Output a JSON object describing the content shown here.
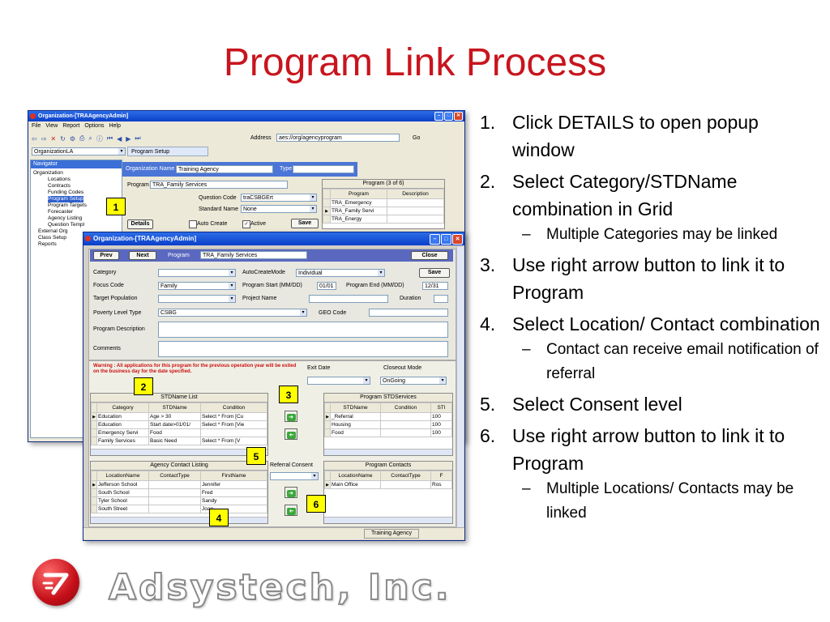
{
  "slide_title": "Program Link Process",
  "steps": [
    {
      "num": "1.",
      "text": "Click DETAILS to open popup window",
      "subs": []
    },
    {
      "num": "2.",
      "text": "Select Category/STDName combination in Grid",
      "subs": [
        "Multiple Categories may be linked"
      ]
    },
    {
      "num": "3.",
      "text": "Use right arrow button to link it to Program",
      "subs": []
    },
    {
      "num": "4.",
      "text": "Select Location/ Contact combination",
      "subs": [
        "Contact can receive email notification of referral"
      ]
    },
    {
      "num": "5.",
      "text": "Select Consent level",
      "subs": []
    },
    {
      "num": "6.",
      "text": "Use right arrow button to link it to Program",
      "subs": [
        "Multiple Locations/ Contacts may be linked"
      ]
    }
  ],
  "sub_dash": "–",
  "brand_name": "Adsystech, Inc.",
  "badges": [
    "1",
    "2",
    "3",
    "4",
    "5",
    "6"
  ],
  "back_window": {
    "title": "Organization-[TRAAgencyAdmin]",
    "menu": [
      "File",
      "View",
      "Report",
      "Options",
      "Help"
    ],
    "address_label": "Address",
    "address_value": "aes://org/agencyprogram",
    "go_label": "Go",
    "org_select": "OrganizationLA",
    "tab_label": "Program Setup",
    "navigator_label": "Navigator",
    "tree": [
      "Organization",
      "Locations",
      "Contracts",
      "Funding Codes",
      "Program Setup",
      "Program Targets",
      "Forecaster",
      "Agency Listing",
      "Question Templ",
      "External Org",
      "Class Setup",
      "Reports"
    ],
    "org_name_label": "Organization Name",
    "org_name_value": "Training Agency",
    "type_label": "Type",
    "program_label": "Program",
    "program_value": "TRA_Family Services",
    "question_code_label": "Question Code",
    "question_code_value": "traCSBGErt",
    "standard_name_label": "Standard Name",
    "standard_name_value": "None",
    "program_grid_title": "Program  (3 of 6)",
    "program_grid_cols": [
      "Program",
      "Description"
    ],
    "program_grid_rows": [
      "TRA_Emergency",
      "TRA_Family Servi",
      "TRA_Energy"
    ],
    "details_btn": "Details",
    "auto_create_label": "Auto Create",
    "active_label": "Active",
    "save_btn": "Save"
  },
  "front_window": {
    "title": "Organization-[TRAAgencyAdmin]",
    "prev_btn": "Prev",
    "next_btn": "Next",
    "program_label": "Program",
    "program_value": "TRA_Family Services",
    "close_btn": "Close",
    "save_btn": "Save",
    "category_label": "Category",
    "autocreate_label": "AutoCreateMode",
    "autocreate_value": "Individual",
    "focus_code_label": "Focus Code",
    "focus_code_value": "Family",
    "program_start_label": "Program Start (MM/DD)",
    "program_start_value": "01/01",
    "program_end_label": "Program End (MM/DD)",
    "program_end_value": "12/31",
    "target_pop_label": "Target Population",
    "project_name_label": "Project Name",
    "duration_label": "Duration",
    "poverty_label": "Poverty Level Type",
    "poverty_value": "CSBG",
    "geo_label": "GEO Code",
    "description_label": "Program Description",
    "comments_label": "Comments",
    "warning_text": "Warning : All applications for this program for the previous operation year will be exited on the business day for the date specified.",
    "exit_date_label": "Exit Date",
    "closeout_label": "Closeout Mode",
    "closeout_value": "OnGoing",
    "stdname_grid": {
      "title": "STDName List",
      "cols": [
        "Category",
        "STDName",
        "Condition"
      ],
      "rows": [
        [
          "Education",
          "Age > 30",
          "Select * From [Cu"
        ],
        [
          "Education",
          "Start date>01/01/",
          "Select * From [Vie"
        ],
        [
          "Emergency Servi",
          "Food",
          ""
        ],
        [
          "Family Services",
          "Basic Need",
          "Select * From [V"
        ]
      ]
    },
    "program_std_grid": {
      "title": "Program STDServices",
      "cols": [
        "STDName",
        "Condition",
        "STI"
      ],
      "rows": [
        [
          "_Referral",
          "",
          "100"
        ],
        [
          "Housing",
          "",
          "100"
        ],
        [
          "Food",
          "",
          "100"
        ]
      ]
    },
    "agency_contact_grid": {
      "title": "Agency Contact Listing",
      "cols": [
        "LocationName",
        "ContactType",
        "FirstName"
      ],
      "rows": [
        [
          "Jefferson School",
          "",
          "Jennifer"
        ],
        [
          "South School",
          "",
          "Fred"
        ],
        [
          "Tyler School",
          "",
          "Sandy"
        ],
        [
          "South Street",
          "",
          "Joan"
        ]
      ]
    },
    "referral_consent_label": "Referral Consent",
    "program_contacts_grid": {
      "title": "Program Contacts",
      "cols": [
        "LocationName",
        "ContactType",
        "F"
      ],
      "rows": [
        [
          "Main Office",
          "",
          "Ros"
        ]
      ]
    },
    "status_bar_value": "Training Agency"
  }
}
